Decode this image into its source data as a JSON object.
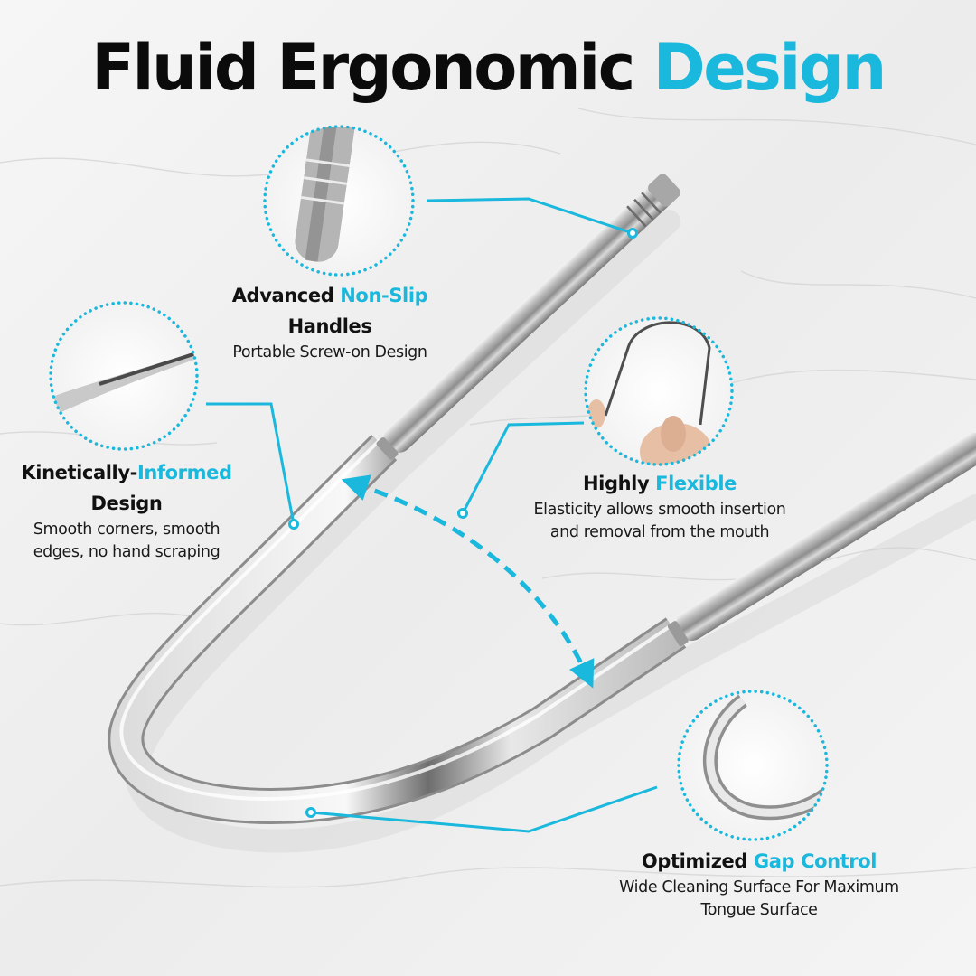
{
  "title": {
    "main": "Fluid Ergonomic",
    "accent": "Design"
  },
  "accent_color": "#1ab8dc",
  "features": [
    {
      "id": "handles",
      "head_main": "Advanced",
      "head_accent": "Non-Slip",
      "head_line2": "Handles",
      "sub_lines": [
        "Portable Screw-on Design"
      ],
      "zoom_icon": "grooved-handle-tip-closeup"
    },
    {
      "id": "kinetic",
      "head_main": "Kinetically-",
      "head_accent": "Informed",
      "head_line2": "Design",
      "sub_lines": [
        "Smooth corners, smooth",
        "edges, no hand scraping"
      ],
      "zoom_icon": "smooth-edge-closeup"
    },
    {
      "id": "flexible",
      "head_main": "Highly",
      "head_accent": "Flexible",
      "head_line2": "",
      "sub_lines": [
        "Elasticity allows smooth insertion",
        "and removal from the mouth"
      ],
      "zoom_icon": "hand-bending-scraper-closeup"
    },
    {
      "id": "gap",
      "head_main": "Optimized",
      "head_accent": "Gap Control",
      "head_line2": "",
      "sub_lines": [
        "Wide Cleaning Surface For Maximum",
        "Tongue Surface"
      ],
      "zoom_icon": "curved-blade-closeup"
    }
  ],
  "product": {
    "name": "stainless-steel-tongue-scraper",
    "flex_indicator": "double-headed-dashed-arrow"
  }
}
